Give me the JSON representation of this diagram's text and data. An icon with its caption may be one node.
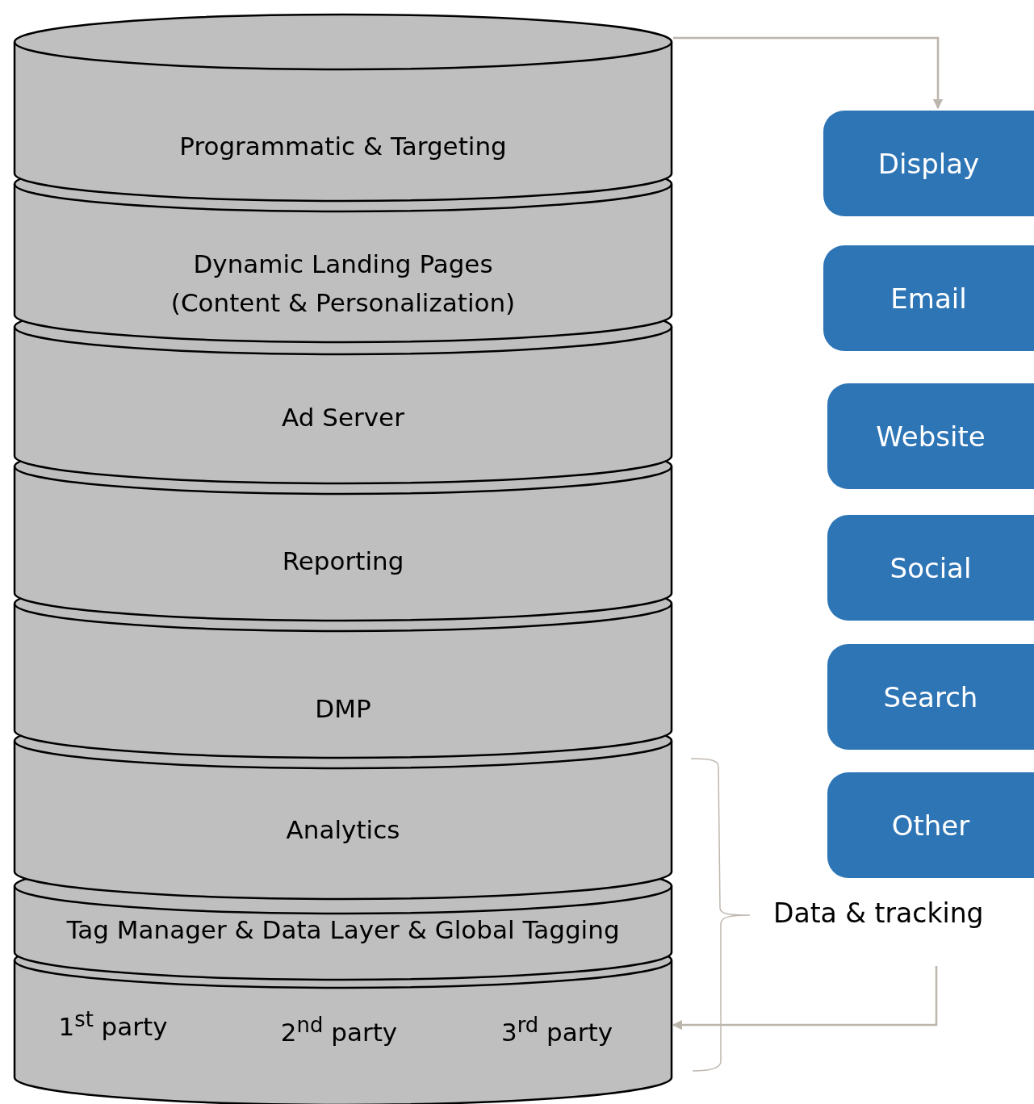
{
  "diagram": {
    "nodes": [
      {
        "text": [
          "Programmatic & Targeting"
        ]
      },
      {
        "text": [
          "Dynamic Landing Pages (Content & Personalization)"
        ]
      },
      {
        "text": [
          "Ad Server"
        ]
      },
      {
        "text": [
          "Reporting"
        ]
      },
      {
        "text": [
          "DMP"
        ]
      },
      {
        "text": [
          "Analytics"
        ]
      },
      {
        "text": [
          "Tag Manager & Data Layer & Global Tagging"
        ]
      },
      {
        "text": [
          "1$^{st}$ party",
          "2$^{nd}$ party",
          "3$^{rd}$ party"
        ]
      },
      {
        "text": [
          "Display"
        ]
      },
      {
        "text": [
          "Email"
        ]
      },
      {
        "text": [
          "Website"
        ]
      },
      {
        "text": [
          "Social"
        ]
      },
      {
        "text": [
          "Search"
        ]
      },
      {
        "text": [
          "Other"
        ]
      }
    ],
    "edges": [
      {
        "from": 0,
        "to": 8,
        "arrow": "to"
      },
      {
        "from": null,
        "to": 7,
        "arrow": "to"
      }
    ],
    "labels": [
      "Data & tracking"
    ]
  }
}
